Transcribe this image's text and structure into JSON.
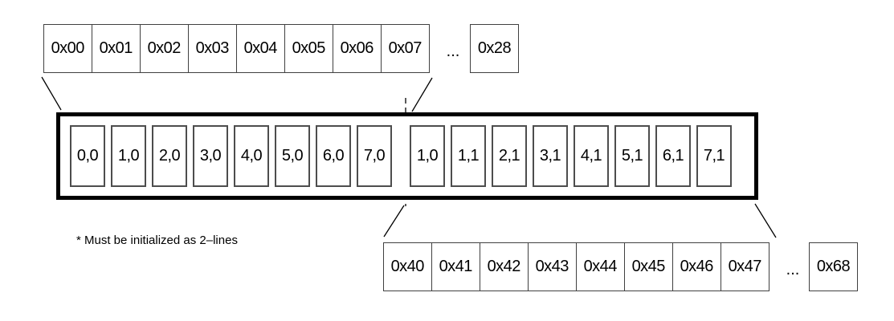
{
  "colors": {
    "background": "#ffffff",
    "thin_border": "#404040",
    "cell_border": "#4d4d4d",
    "thick_border": "#000000",
    "line": "#000000"
  },
  "top_memory_row": {
    "cells": [
      "0x00",
      "0x01",
      "0x02",
      "0x03",
      "0x04",
      "0x05",
      "0x06",
      "0x07"
    ],
    "ellipsis": "...",
    "tail_cell": "0x28"
  },
  "line_buffer": {
    "line0_cells": [
      "0,0",
      "1,0",
      "2,0",
      "3,0",
      "4,0",
      "5,0",
      "6,0",
      "7,0"
    ],
    "line1_cells": [
      "1,0",
      "1,1",
      "2,1",
      "3,1",
      "4,1",
      "5,1",
      "6,1",
      "7,1"
    ]
  },
  "bottom_memory_row": {
    "cells": [
      "0x40",
      "0x41",
      "0x42",
      "0x43",
      "0x44",
      "0x45",
      "0x46",
      "0x47"
    ],
    "ellipsis": "...",
    "tail_cell": "0x68"
  },
  "footnote": "* Must be initialized as 2–lines"
}
